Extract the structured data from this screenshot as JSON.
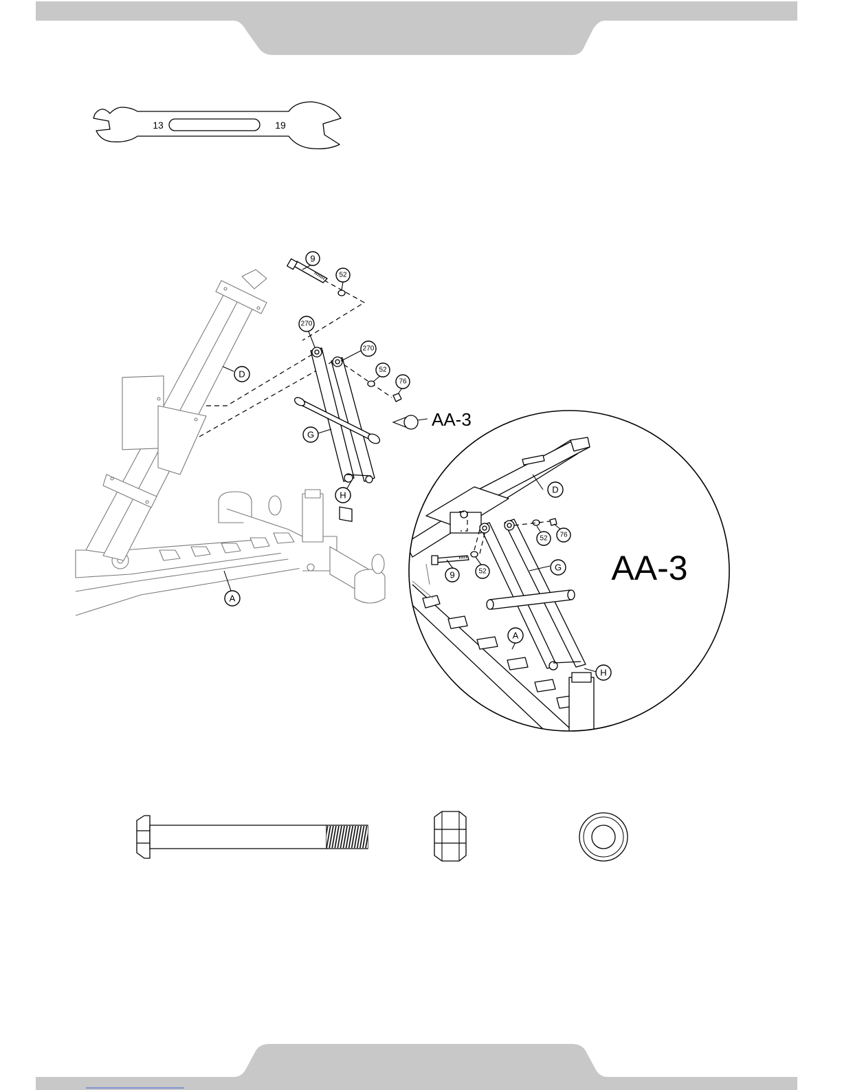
{
  "wrench": {
    "size_left": "13",
    "size_right": "19"
  },
  "view_label": "AA-3",
  "detail_label": "AA-3",
  "callouts": {
    "bolt": "9",
    "washer": "52",
    "bushing_1": "270",
    "bushing_2": "270",
    "nut": "76",
    "detail_bolt": "9",
    "detail_washer_1": "52",
    "detail_washer_2": "52",
    "detail_nut": "76"
  },
  "parts": {
    "frame_a": "A",
    "upright_d": "D",
    "arm_g": "G",
    "arm_h": "H",
    "detail_a": "A",
    "detail_d": "D",
    "detail_g": "G",
    "detail_h": "H"
  },
  "colors": {
    "header_band": "#c8c8c8",
    "line": "#000000",
    "ghost_line": "#7a7a7a"
  }
}
